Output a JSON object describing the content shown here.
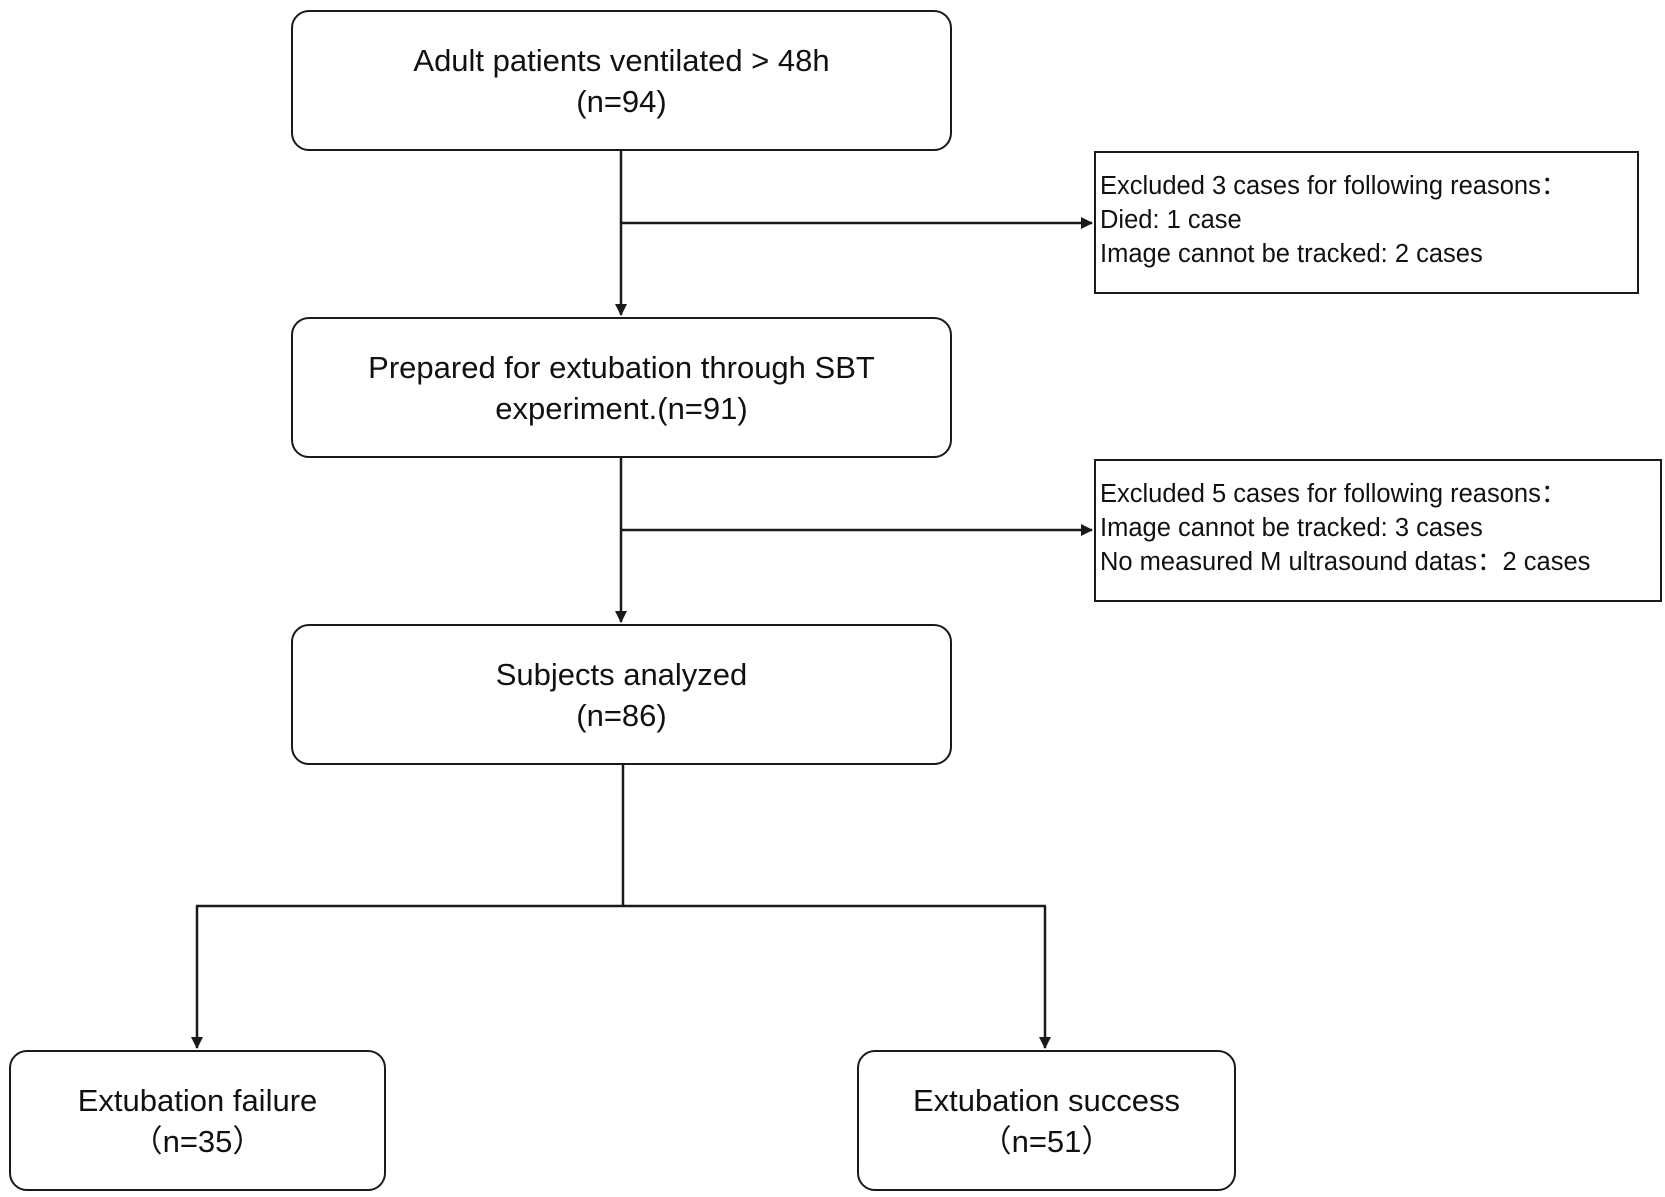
{
  "nodes": {
    "patients": {
      "line1": "Adult patients ventilated > 48h",
      "line2": "(n=94)"
    },
    "prepared": {
      "line1": "Prepared for extubation through SBT",
      "line2": "experiment.(n=91)"
    },
    "analyzed": {
      "line1": "Subjects analyzed",
      "line2": "(n=86)"
    },
    "failure": {
      "line1": "Extubation failure",
      "line2": "（n=35）"
    },
    "success": {
      "line1": "Extubation success",
      "line2": "（n=51）"
    }
  },
  "exclusions": [
    {
      "header": "Excluded 3 cases for following reasons：",
      "reasons": [
        "Died: 1 case",
        "Image cannot be tracked: 2 cases"
      ]
    },
    {
      "header": "Excluded 5 cases for following reasons：",
      "reasons": [
        "Image cannot be tracked: 3 cases",
        "No measured M ultrasound datas：2 cases"
      ]
    }
  ],
  "colors": {
    "stroke": "#1a1a1a",
    "background": "#ffffff",
    "text": "#111111"
  }
}
